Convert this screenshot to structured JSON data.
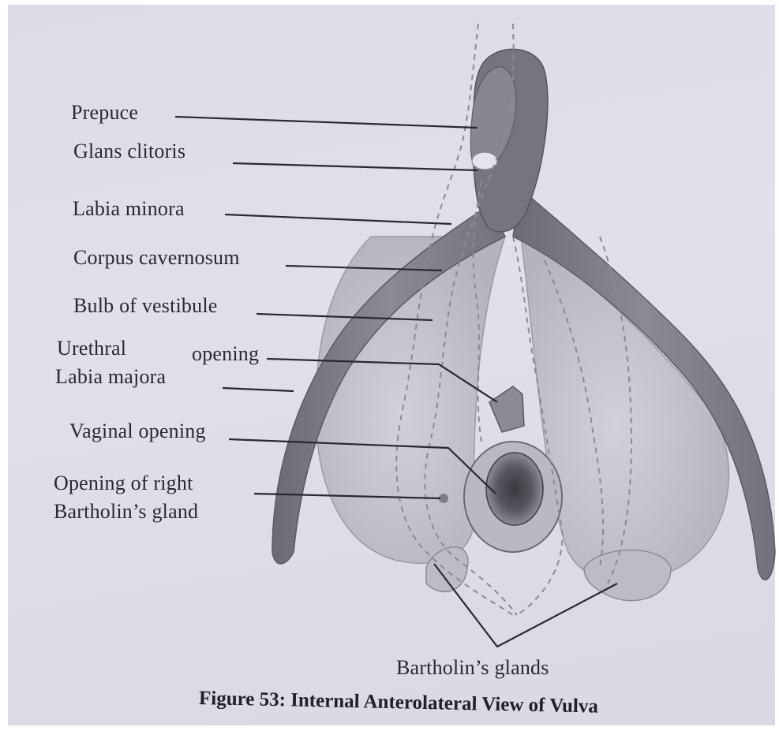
{
  "labels": {
    "prepuce": "Prepuce",
    "glans_clitoris": "Glans clitoris",
    "labia_minora": "Labia minora",
    "corpus_cavernosum": "Corpus cavernosum",
    "bulb_of_vestibule": "Bulb of vestibule",
    "urethral": "Urethral",
    "opening": "opening",
    "labia_majora": "Labia majora",
    "vaginal_opening": "Vaginal opening",
    "opening_right_line1": "Opening of right",
    "opening_right_line2": "Bartholin’s gland",
    "bartholins_glands": "Bartholin’s glands"
  },
  "caption": "Figure 53: Internal Anterolateral View of Vulva",
  "colors": {
    "paper": "#e0dde7",
    "ink": "#2a2830",
    "organ_dark": "#7c7882",
    "organ_mid": "#a9a6b0",
    "organ_light": "#cfccd5"
  }
}
